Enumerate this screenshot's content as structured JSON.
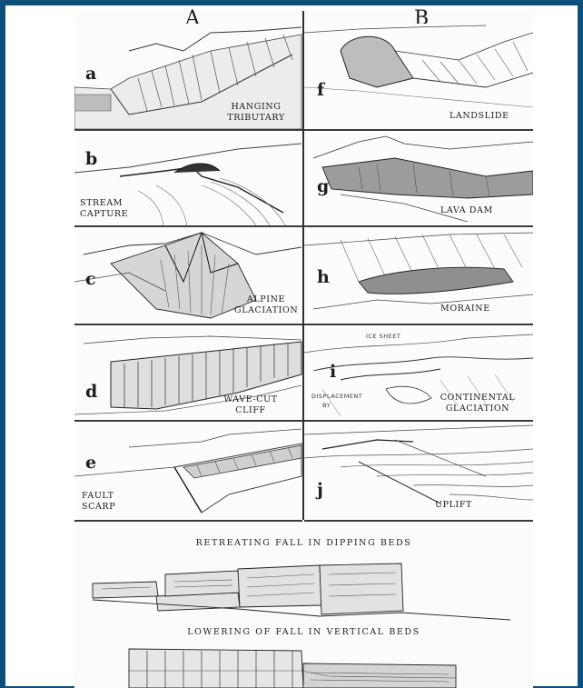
{
  "figure": {
    "column_a": "A",
    "column_b": "B",
    "panels": [
      {
        "letter": "a",
        "caption_lines": [
          "HANGING",
          "TRIBUTARY"
        ]
      },
      {
        "letter": "b",
        "caption_lines": [
          "STREAM",
          "CAPTURE"
        ]
      },
      {
        "letter": "c",
        "caption_lines": [
          "ALPINE",
          "GLACIATION"
        ]
      },
      {
        "letter": "d",
        "caption_lines": [
          "WAVE-CUT",
          "CLIFF"
        ]
      },
      {
        "letter": "e",
        "caption_lines": [
          "FAULT",
          "SCARP"
        ]
      },
      {
        "letter": "f",
        "caption_lines": [
          "LANDSLIDE"
        ]
      },
      {
        "letter": "g",
        "caption_lines": [
          "LAVA DAM"
        ]
      },
      {
        "letter": "h",
        "caption_lines": [
          "MORAINE"
        ]
      },
      {
        "letter": "i",
        "caption_lines": [
          "CONTINENTAL",
          "GLACIATION"
        ],
        "notes": [
          "ICE SHEET",
          "DISPLACEMENT",
          "BY"
        ]
      },
      {
        "letter": "j",
        "caption_lines": [
          "UPLIFT"
        ]
      }
    ],
    "retreating_title": "RETREATING FALL IN DIPPING BEDS",
    "lowering_title": "LOWERING OF FALL IN VERTICAL BEDS"
  },
  "colors": {
    "border": "#0f4f7c",
    "ink": "#1a1a1a",
    "paper": "#fcfcfa"
  }
}
